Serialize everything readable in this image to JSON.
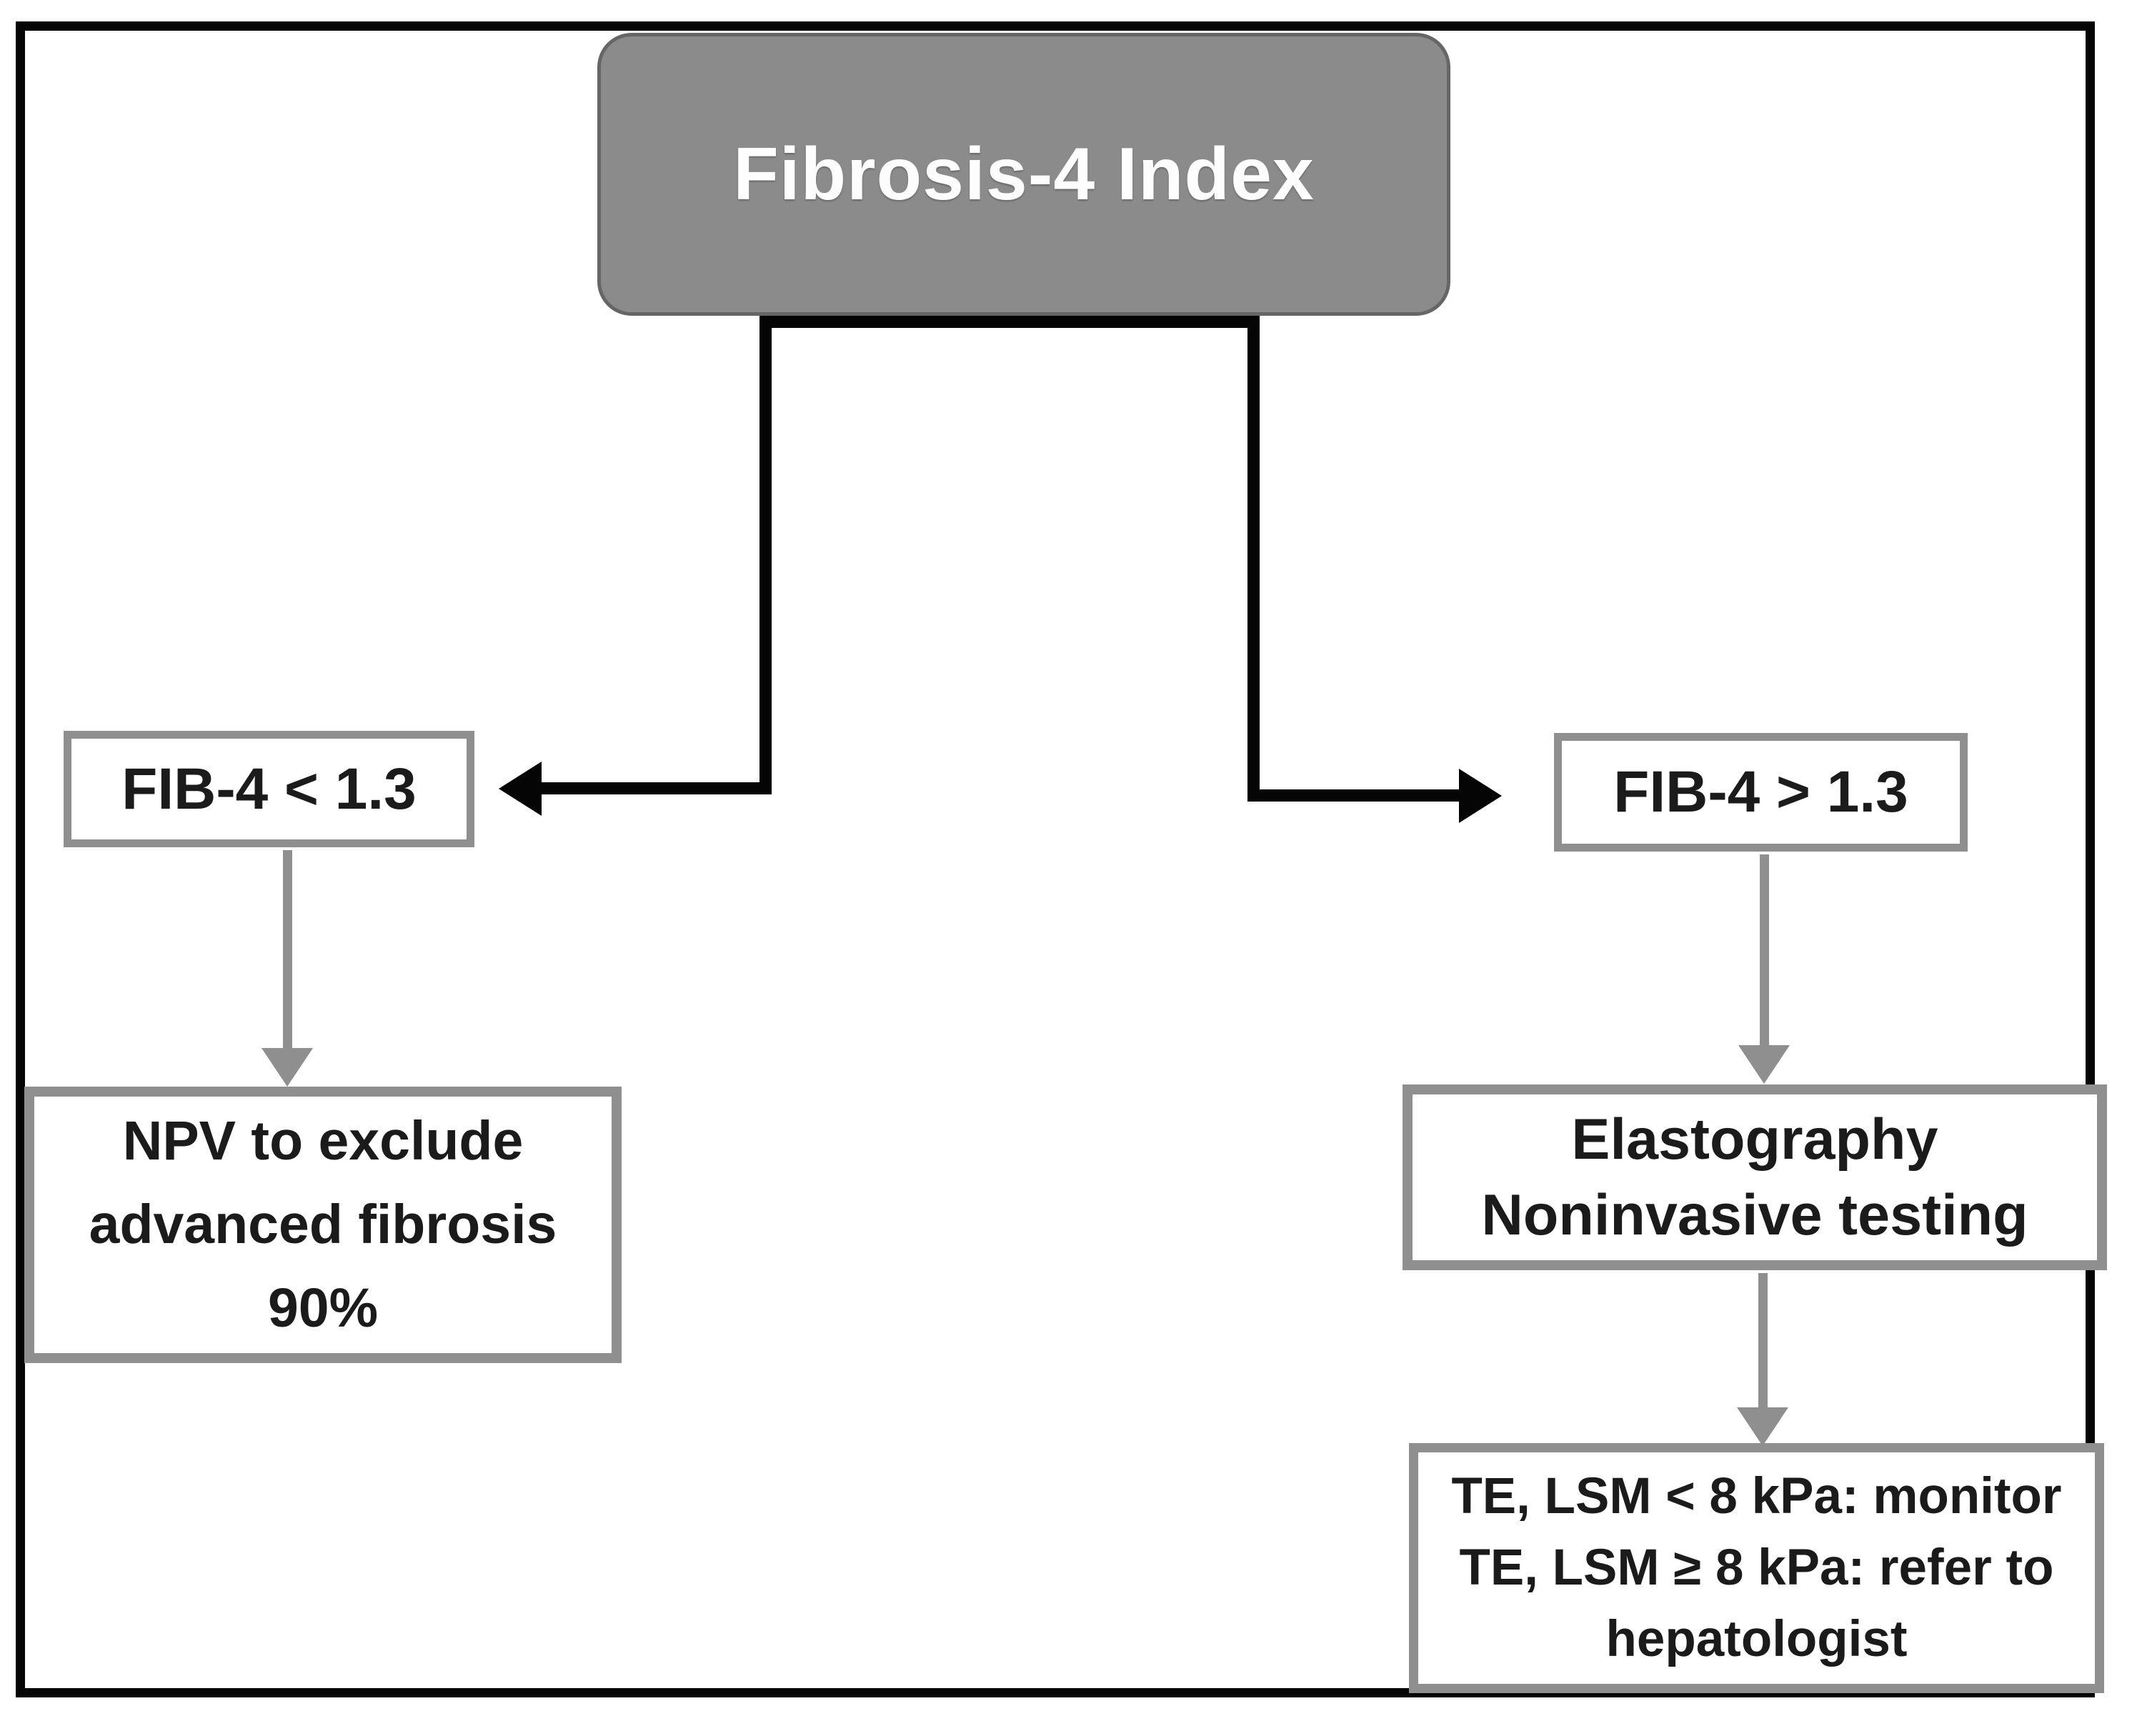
{
  "diagram": {
    "title": "Fibrosis-4 Index",
    "left_branch": {
      "condition": "FIB-4 < 1.3",
      "outcome_lines": [
        "NPV to exclude",
        "advanced fibrosis",
        "90%"
      ]
    },
    "right_branch": {
      "condition": "FIB-4 > 1.3",
      "step_lines": [
        "Elastography",
        "Noninvasive testing"
      ],
      "outcome_lines": [
        "TE, LSM < 8 kPa: monitor",
        "TE, LSM ≥ 8 kPa: refer to",
        "hepatologist"
      ]
    },
    "colors": {
      "title_box_fill": "#8b8b8b",
      "title_box_border": "#666666",
      "title_text": "#fdfdfd",
      "node_border_gray": "#8f8f8f",
      "gray_arrow": "#8f8f8f",
      "black_connector": "#050505",
      "node_text": "#1b1b1b",
      "frame": "#050505",
      "background": "#ffffff"
    }
  }
}
